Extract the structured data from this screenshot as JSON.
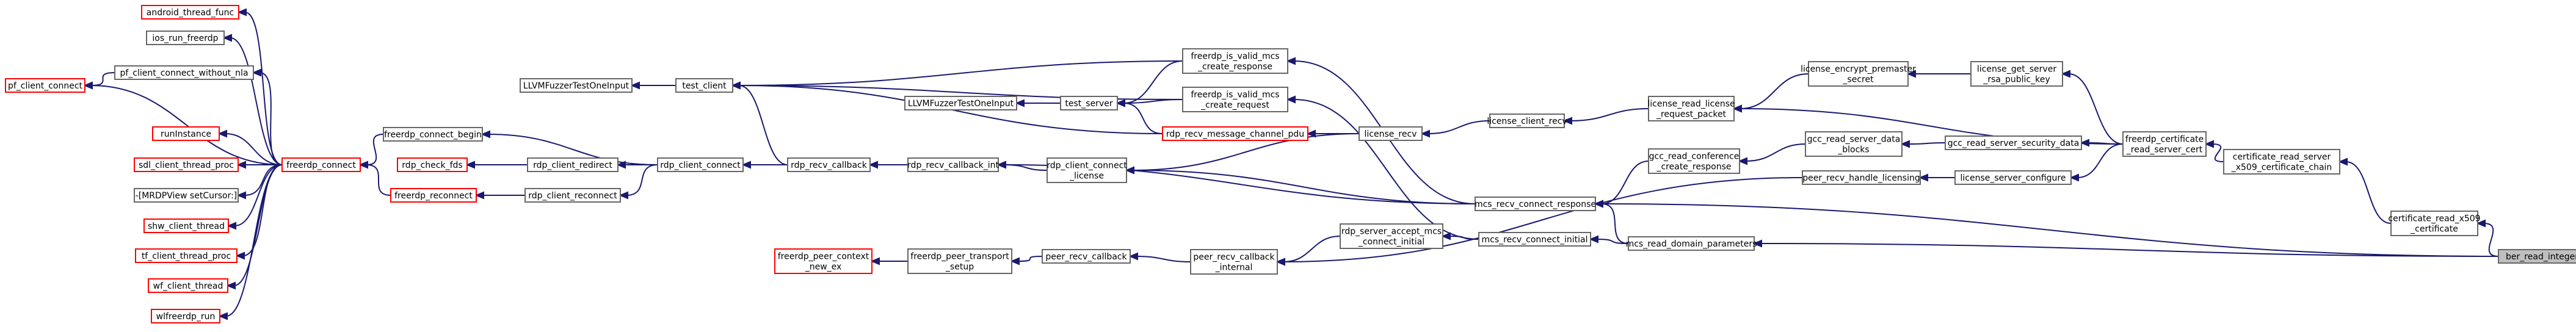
{
  "graph": {
    "nodes": [
      {
        "id": "ber_read_integer",
        "lines": [
          "ber_read_integer"
        ],
        "style": "focus"
      },
      {
        "id": "certificate_read_x509_certificate",
        "lines": [
          "certificate_read_x509",
          "_certificate"
        ]
      },
      {
        "id": "certificate_read_server_x509_certificate_chain",
        "lines": [
          "certificate_read_server",
          "_x509_certificate_chain"
        ]
      },
      {
        "id": "freerdp_certificate_read_server_cert",
        "lines": [
          "freerdp_certificate",
          "_read_server_cert"
        ]
      },
      {
        "id": "license_get_server_rsa_public_key",
        "lines": [
          "license_get_server",
          "_rsa_public_key"
        ]
      },
      {
        "id": "license_encrypt_premaster_secret",
        "lines": [
          "license_encrypt_premaster",
          "_secret"
        ]
      },
      {
        "id": "license_read_license_request_packet",
        "lines": [
          "license_read_license",
          "_request_packet"
        ]
      },
      {
        "id": "license_client_recv",
        "lines": [
          "license_client_recv"
        ]
      },
      {
        "id": "license_recv",
        "lines": [
          "license_recv"
        ]
      },
      {
        "id": "rdp_recv_message_channel_pdu",
        "lines": [
          "rdp_recv_message_channel_pdu"
        ],
        "style": "red"
      },
      {
        "id": "rdp_recv_callback",
        "lines": [
          "rdp_recv_callback"
        ]
      },
      {
        "id": "rdp_recv_callback_int",
        "lines": [
          "rdp_recv_callback_int"
        ]
      },
      {
        "id": "rdp_client_connect_license",
        "lines": [
          "rdp_client_connect",
          "_license"
        ]
      },
      {
        "id": "rdp_client_connect",
        "lines": [
          "rdp_client_connect"
        ]
      },
      {
        "id": "rdp_client_redirect",
        "lines": [
          "rdp_client_redirect"
        ]
      },
      {
        "id": "rdp_client_reconnect",
        "lines": [
          "rdp_client_reconnect"
        ]
      },
      {
        "id": "rdp_check_fds",
        "lines": [
          "rdp_check_fds"
        ],
        "style": "red"
      },
      {
        "id": "freerdp_connect_begin",
        "lines": [
          "freerdp_connect_begin"
        ]
      },
      {
        "id": "freerdp_reconnect",
        "lines": [
          "freerdp_reconnect"
        ],
        "style": "red"
      },
      {
        "id": "freerdp_connect",
        "lines": [
          "freerdp_connect"
        ],
        "style": "red"
      },
      {
        "id": "test_client",
        "lines": [
          "test_client"
        ]
      },
      {
        "id": "test_server",
        "lines": [
          "test_server"
        ]
      },
      {
        "id": "LLVMFuzzerTestOneInput_a",
        "lines": [
          "LLVMFuzzerTestOneInput"
        ]
      },
      {
        "id": "LLVMFuzzerTestOneInput_b",
        "lines": [
          "LLVMFuzzerTestOneInput"
        ]
      },
      {
        "id": "freerdp_is_valid_mcs_create_response",
        "lines": [
          "freerdp_is_valid_mcs",
          "_create_response"
        ]
      },
      {
        "id": "freerdp_is_valid_mcs_create_request",
        "lines": [
          "freerdp_is_valid_mcs",
          "_create_request"
        ]
      },
      {
        "id": "gcc_read_server_security_data",
        "lines": [
          "gcc_read_server_security_data"
        ]
      },
      {
        "id": "gcc_read_server_data_blocks",
        "lines": [
          "gcc_read_server_data",
          "_blocks"
        ]
      },
      {
        "id": "gcc_read_conference_create_response",
        "lines": [
          "gcc_read_conference",
          "_create_response"
        ]
      },
      {
        "id": "mcs_recv_connect_response",
        "lines": [
          "mcs_recv_connect_response"
        ]
      },
      {
        "id": "license_server_configure",
        "lines": [
          "license_server_configure"
        ]
      },
      {
        "id": "peer_recv_handle_licensing",
        "lines": [
          "peer_recv_handle_licensing"
        ]
      },
      {
        "id": "mcs_read_domain_parameters",
        "lines": [
          "mcs_read_domain_parameters"
        ]
      },
      {
        "id": "mcs_recv_connect_initial",
        "lines": [
          "mcs_recv_connect_initial"
        ]
      },
      {
        "id": "rdp_server_accept_mcs_connect_initial",
        "lines": [
          "rdp_server_accept_mcs",
          "_connect_initial"
        ]
      },
      {
        "id": "peer_recv_callback_internal",
        "lines": [
          "peer_recv_callback",
          "_internal"
        ]
      },
      {
        "id": "peer_recv_callback",
        "lines": [
          "peer_recv_callback"
        ]
      },
      {
        "id": "freerdp_peer_transport_setup",
        "lines": [
          "freerdp_peer_transport",
          "_setup"
        ]
      },
      {
        "id": "freerdp_peer_context_new_ex",
        "lines": [
          "freerdp_peer_context",
          "_new_ex"
        ],
        "style": "red"
      },
      {
        "id": "android_thread_func",
        "lines": [
          "android_thread_func"
        ],
        "style": "red"
      },
      {
        "id": "ios_run_freerdp",
        "lines": [
          "ios_run_freerdp"
        ]
      },
      {
        "id": "pf_client_connect_without_nla",
        "lines": [
          "pf_client_connect_without_nla"
        ]
      },
      {
        "id": "pf_client_connect",
        "lines": [
          "pf_client_connect"
        ],
        "style": "red"
      },
      {
        "id": "runInstance",
        "lines": [
          "runInstance"
        ],
        "style": "red"
      },
      {
        "id": "sdl_client_thread_proc",
        "lines": [
          "sdl_client_thread_proc"
        ],
        "style": "red"
      },
      {
        "id": "MRDPView_setCursor",
        "lines": [
          "-[MRDPView setCursor:]"
        ]
      },
      {
        "id": "shw_client_thread",
        "lines": [
          "shw_client_thread"
        ],
        "style": "red"
      },
      {
        "id": "tf_client_thread_proc",
        "lines": [
          "tf_client_thread_proc"
        ],
        "style": "red"
      },
      {
        "id": "wf_client_thread",
        "lines": [
          "wf_client_thread"
        ],
        "style": "red"
      },
      {
        "id": "wlfreerdp_run",
        "lines": [
          "wlfreerdp_run"
        ],
        "style": "red"
      }
    ],
    "edges": [
      [
        "certificate_read_x509_certificate",
        "ber_read_integer"
      ],
      [
        "certificate_read_server_x509_certificate_chain",
        "certificate_read_x509_certificate"
      ],
      [
        "freerdp_certificate_read_server_cert",
        "certificate_read_server_x509_certificate_chain"
      ],
      [
        "license_get_server_rsa_public_key",
        "freerdp_certificate_read_server_cert"
      ],
      [
        "license_encrypt_premaster_secret",
        "license_get_server_rsa_public_key"
      ],
      [
        "license_read_license_request_packet",
        "license_encrypt_premaster_secret"
      ],
      [
        "license_read_license_request_packet",
        "freerdp_certificate_read_server_cert"
      ],
      [
        "license_client_recv",
        "license_read_license_request_packet"
      ],
      [
        "license_recv",
        "license_client_recv"
      ],
      [
        "rdp_recv_message_channel_pdu",
        "license_recv"
      ],
      [
        "test_server",
        "rdp_recv_message_channel_pdu"
      ],
      [
        "test_client",
        "rdp_recv_message_channel_pdu"
      ],
      [
        "rdp_client_connect_license",
        "license_recv"
      ],
      [
        "rdp_recv_callback_int",
        "rdp_client_connect_license"
      ],
      [
        "rdp_recv_callback",
        "rdp_recv_callback_int"
      ],
      [
        "rdp_client_connect",
        "rdp_recv_callback"
      ],
      [
        "test_client",
        "rdp_recv_callback"
      ],
      [
        "rdp_client_redirect",
        "rdp_client_connect"
      ],
      [
        "rdp_client_reconnect",
        "rdp_client_connect"
      ],
      [
        "freerdp_connect_begin",
        "rdp_client_connect"
      ],
      [
        "rdp_check_fds",
        "rdp_client_redirect"
      ],
      [
        "freerdp_reconnect",
        "rdp_client_reconnect"
      ],
      [
        "freerdp_connect",
        "freerdp_connect_begin"
      ],
      [
        "freerdp_connect",
        "freerdp_reconnect"
      ],
      [
        "LLVMFuzzerTestOneInput_a",
        "test_client"
      ],
      [
        "LLVMFuzzerTestOneInput_b",
        "test_server"
      ],
      [
        "test_client",
        "freerdp_is_valid_mcs_create_response"
      ],
      [
        "test_server",
        "freerdp_is_valid_mcs_create_response"
      ],
      [
        "test_client",
        "freerdp_is_valid_mcs_create_request"
      ],
      [
        "test_server",
        "freerdp_is_valid_mcs_create_request"
      ],
      [
        "freerdp_is_valid_mcs_create_response",
        "mcs_recv_connect_response"
      ],
      [
        "freerdp_is_valid_mcs_create_request",
        "mcs_recv_connect_initial"
      ],
      [
        "gcc_read_server_security_data",
        "freerdp_certificate_read_server_cert"
      ],
      [
        "gcc_read_server_data_blocks",
        "gcc_read_server_security_data"
      ],
      [
        "gcc_read_conference_create_response",
        "gcc_read_server_data_blocks"
      ],
      [
        "mcs_recv_connect_response",
        "gcc_read_conference_create_response"
      ],
      [
        "mcs_recv_connect_response",
        "mcs_read_domain_parameters"
      ],
      [
        "mcs_recv_connect_response",
        "ber_read_integer"
      ],
      [
        "rdp_client_connect_license",
        "mcs_recv_connect_response"
      ],
      [
        "rdp_recv_callback_int",
        "mcs_recv_connect_response"
      ],
      [
        "license_server_configure",
        "freerdp_certificate_read_server_cert"
      ],
      [
        "peer_recv_handle_licensing",
        "license_server_configure"
      ],
      [
        "peer_recv_callback_internal",
        "peer_recv_handle_licensing"
      ],
      [
        "mcs_read_domain_parameters",
        "ber_read_integer"
      ],
      [
        "mcs_recv_connect_initial",
        "mcs_read_domain_parameters"
      ],
      [
        "rdp_server_accept_mcs_connect_initial",
        "mcs_recv_connect_initial"
      ],
      [
        "peer_recv_callback_internal",
        "rdp_server_accept_mcs_connect_initial"
      ],
      [
        "peer_recv_callback",
        "peer_recv_callback_internal"
      ],
      [
        "freerdp_peer_transport_setup",
        "peer_recv_callback"
      ],
      [
        "freerdp_peer_context_new_ex",
        "freerdp_peer_transport_setup"
      ],
      [
        "android_thread_func",
        "freerdp_connect"
      ],
      [
        "ios_run_freerdp",
        "freerdp_connect"
      ],
      [
        "pf_client_connect_without_nla",
        "freerdp_connect"
      ],
      [
        "pf_client_connect",
        "pf_client_connect_without_nla"
      ],
      [
        "pf_client_connect",
        "freerdp_connect"
      ],
      [
        "runInstance",
        "freerdp_connect"
      ],
      [
        "sdl_client_thread_proc",
        "freerdp_connect"
      ],
      [
        "MRDPView_setCursor",
        "freerdp_connect"
      ],
      [
        "shw_client_thread",
        "freerdp_connect"
      ],
      [
        "tf_client_thread_proc",
        "freerdp_connect"
      ],
      [
        "wf_client_thread",
        "freerdp_connect"
      ],
      [
        "wlfreerdp_run",
        "freerdp_connect"
      ]
    ]
  }
}
